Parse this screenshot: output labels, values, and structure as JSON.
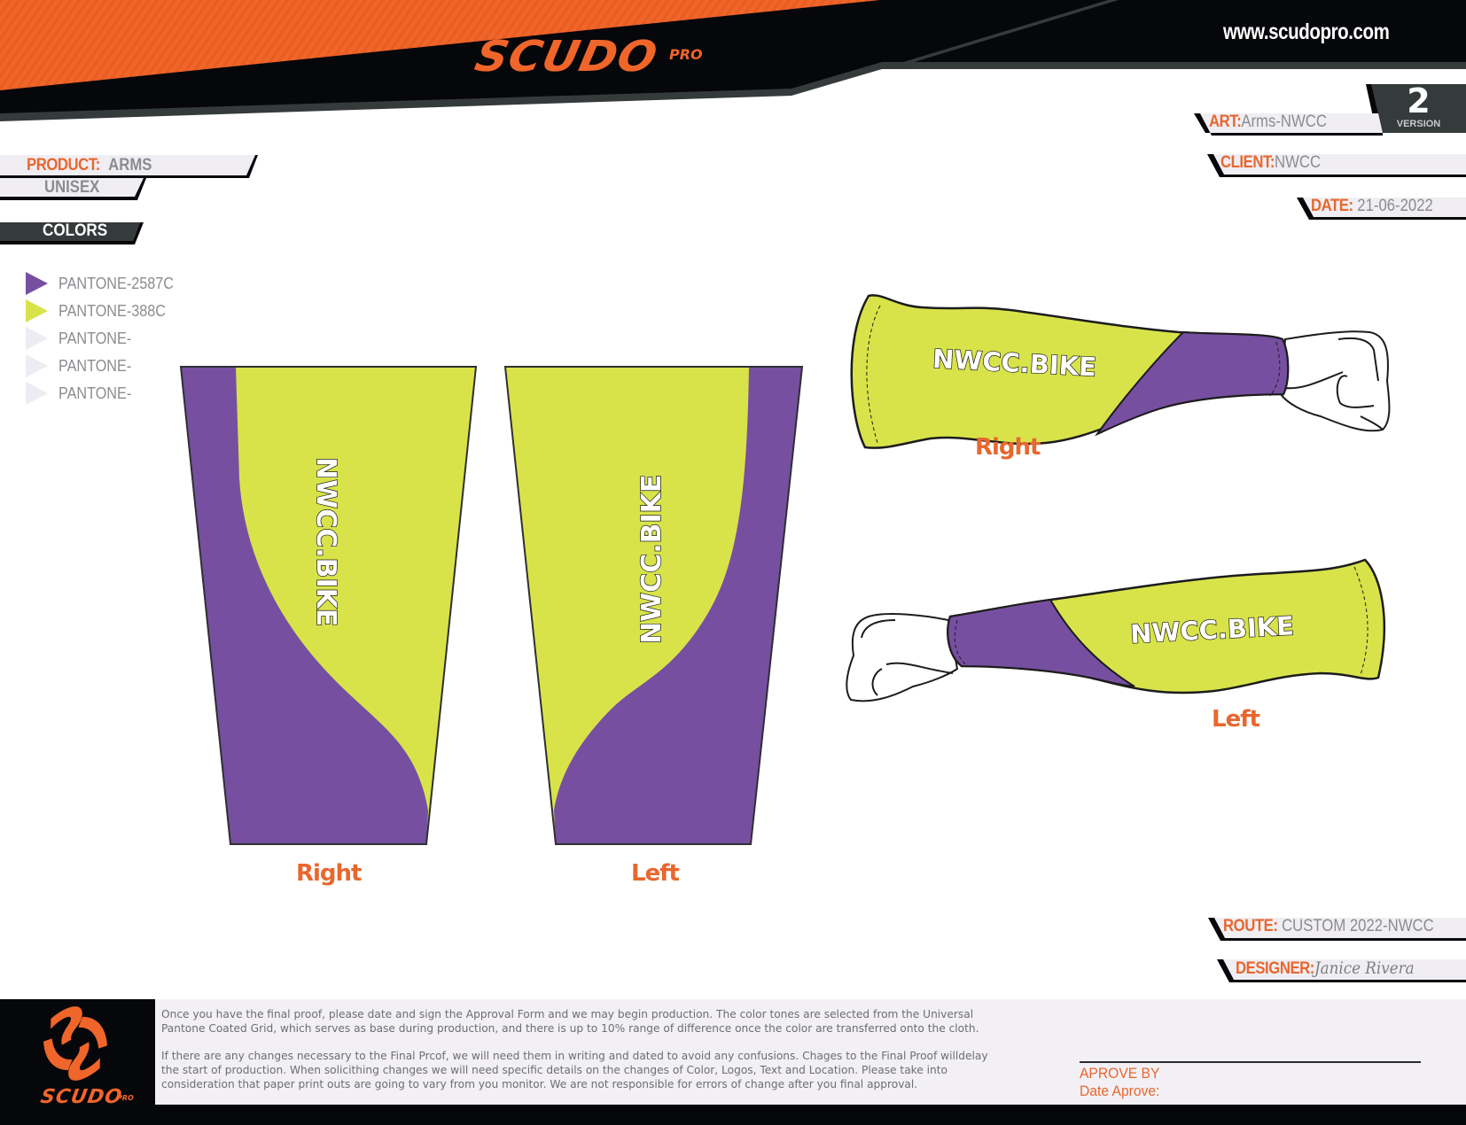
{
  "header": {
    "brand": "SCUDO",
    "brand_suffix": "PRO",
    "website": "www.scudopro.com"
  },
  "version": {
    "number": "2",
    "label": "VERSION"
  },
  "info": {
    "art": {
      "label": "ART:",
      "value": "Arms-NWCC"
    },
    "client": {
      "label": "CLIENT:",
      "value": "NWCC"
    },
    "date": {
      "label": "DATE:",
      "value": "21-06-2022"
    },
    "route": {
      "label": "ROUTE:",
      "value": "CUSTOM 2022-NWCC"
    },
    "designer": {
      "label": "DESIGNER:",
      "value": "Janice Rivera"
    }
  },
  "product": {
    "label": "PRODUCT:",
    "value": "ARMS",
    "gender": "UNISEX"
  },
  "colors": {
    "title": "COLORS",
    "items": [
      {
        "name": "PANTONE-2587C",
        "hex": "#774fa1"
      },
      {
        "name": "PANTONE-388C",
        "hex": "#d8e34a"
      },
      {
        "name": "PANTONE-",
        "hex": "#eeebf2"
      },
      {
        "name": "PANTONE-",
        "hex": "#eeebf2"
      },
      {
        "name": "PANTONE-",
        "hex": "#eeebf2"
      }
    ]
  },
  "design": {
    "print_text": "NWCC.BIKE",
    "primary_color": "#774fa1",
    "secondary_color": "#d8e34a",
    "flat_views": [
      {
        "side": "Right"
      },
      {
        "side": "Left"
      }
    ],
    "mockup_views": [
      {
        "side": "Right"
      },
      {
        "side": "Left"
      }
    ]
  },
  "footer": {
    "brand": "SCUDO",
    "brand_suffix": "PRO",
    "disclaimer_lines": [
      "Once you have the final proof, please date and sign the Approval Form and we may begin production. The color tones are selected from the Universal",
      "Pantone Coated Grid, which serves as base during production, and there is up to 10% range of difference once the color are transferred onto the cloth.",
      "If there are any changes necessary to the Final Prcof, we will need them in writing and dated to avoid any confusions. Chages to the Final Proof willdelay",
      "the start of production. When solicithing changes we will need specific details on the changes of Color, Logos, Text and Location.  Please take into",
      "consideration that paper print outs are going to vary from you monitor. We are not responsible for errors of change after you final approval."
    ],
    "approve_by": "APROVE  BY",
    "date_approve": "Date  Aprove:"
  }
}
